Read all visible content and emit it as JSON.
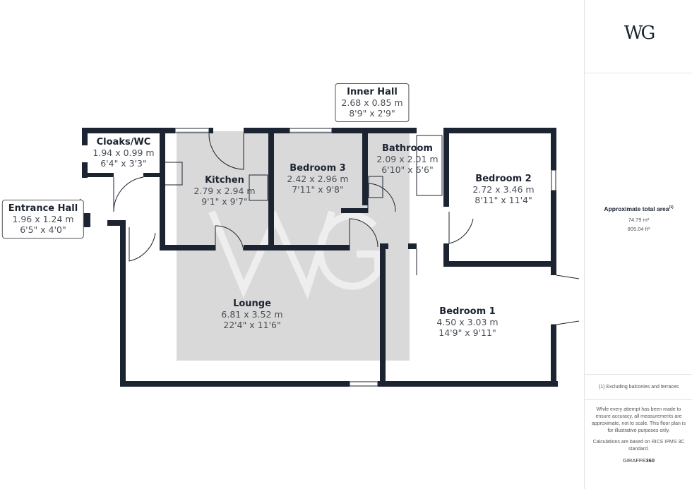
{
  "brand": {
    "logo": "WG",
    "watermark": "WG",
    "footer_brand_prefix": "GIRAFFE",
    "footer_brand_suffix": "360"
  },
  "rooms": [
    {
      "name": "Cloaks/WC",
      "metric": "1.94 x 0.99 m",
      "imperial": "6'4\" x 3'3\""
    },
    {
      "name": "Entrance Hall",
      "metric": "1.96 x 1.24 m",
      "imperial": "6'5\" x 4'0\""
    },
    {
      "name": "Kitchen",
      "metric": "2.79 x 2.94 m",
      "imperial": "9'1\" x 9'7\""
    },
    {
      "name": "Bedroom 3",
      "metric": "2.42 x 2.96 m",
      "imperial": "7'11\" x 9'8\""
    },
    {
      "name": "Inner Hall",
      "metric": "2.68 x 0.85 m",
      "imperial": "8'9\" x 2'9\""
    },
    {
      "name": "Bathroom",
      "metric": "2.09 x 2.01 m",
      "imperial": "6'10\" x 6'6\""
    },
    {
      "name": "Bedroom 2",
      "metric": "2.72 x 3.46 m",
      "imperial": "8'11\" x 11'4\""
    },
    {
      "name": "Lounge",
      "metric": "6.81 x 3.52 m",
      "imperial": "22'4\" x 11'6\""
    },
    {
      "name": "Bedroom 1",
      "metric": "4.50 x 3.03 m",
      "imperial": "14'9\" x 9'11\""
    }
  ],
  "panel": {
    "area_title": "Approximate total area",
    "area_note_marker": "(1)",
    "area_m2": "74.79 m²",
    "area_ft2": "805.04 ft²",
    "footnote": "(1) Excluding balconies and terraces",
    "disclaimer": "While every attempt has been made to ensure accuracy, all measurements are approximate, not to scale. This floor plan is for illustrative purposes only.",
    "calculation_note": "Calculations are based on RICS IPMS 3C standard."
  },
  "colors": {
    "wall": "#1c2331",
    "watermark": "#d9d9d9"
  }
}
